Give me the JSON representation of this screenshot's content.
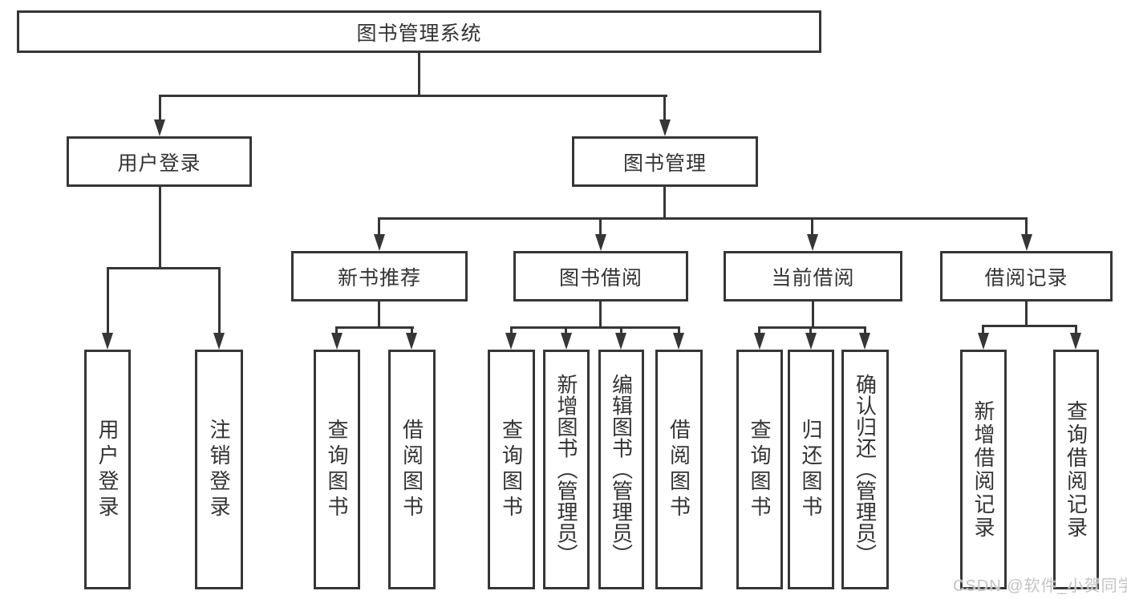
{
  "diagram": {
    "nodes": {
      "root": {
        "label": "图书管理系统"
      },
      "user_login": {
        "label": "用户登录"
      },
      "book_mgmt": {
        "label": "图书管理"
      },
      "login": {
        "label": "用户登录"
      },
      "logout": {
        "label": "注销登录"
      },
      "new_book_rec": {
        "label": "新书推荐"
      },
      "book_borrow": {
        "label": "图书借阅"
      },
      "current_borrow": {
        "label": "当前借阅"
      },
      "borrow_records": {
        "label": "借阅记录"
      },
      "rec_query_book": {
        "label": "查询图书"
      },
      "rec_borrow_book": {
        "label": "借阅图书"
      },
      "bb_query_book": {
        "label": "查询图书"
      },
      "bb_add_book": {
        "label": "新增图书（管理员）"
      },
      "bb_edit_book": {
        "label": "编辑图书（管理员）"
      },
      "bb_borrow_book": {
        "label": "借阅图书"
      },
      "cb_query_book": {
        "label": "查询图书"
      },
      "cb_return_book": {
        "label": "归还图书"
      },
      "cb_confirm_return": {
        "label": "确认归还（管理员）"
      },
      "br_add_record": {
        "label": "新增借阅记录"
      },
      "br_query_record": {
        "label": "查询借阅记录"
      }
    },
    "watermark": "CSDN @软件_小贺同学",
    "colors": {
      "line": "#363636",
      "text": "#333333",
      "watermark": "#c4c4c4",
      "background": "#ffffff"
    }
  }
}
